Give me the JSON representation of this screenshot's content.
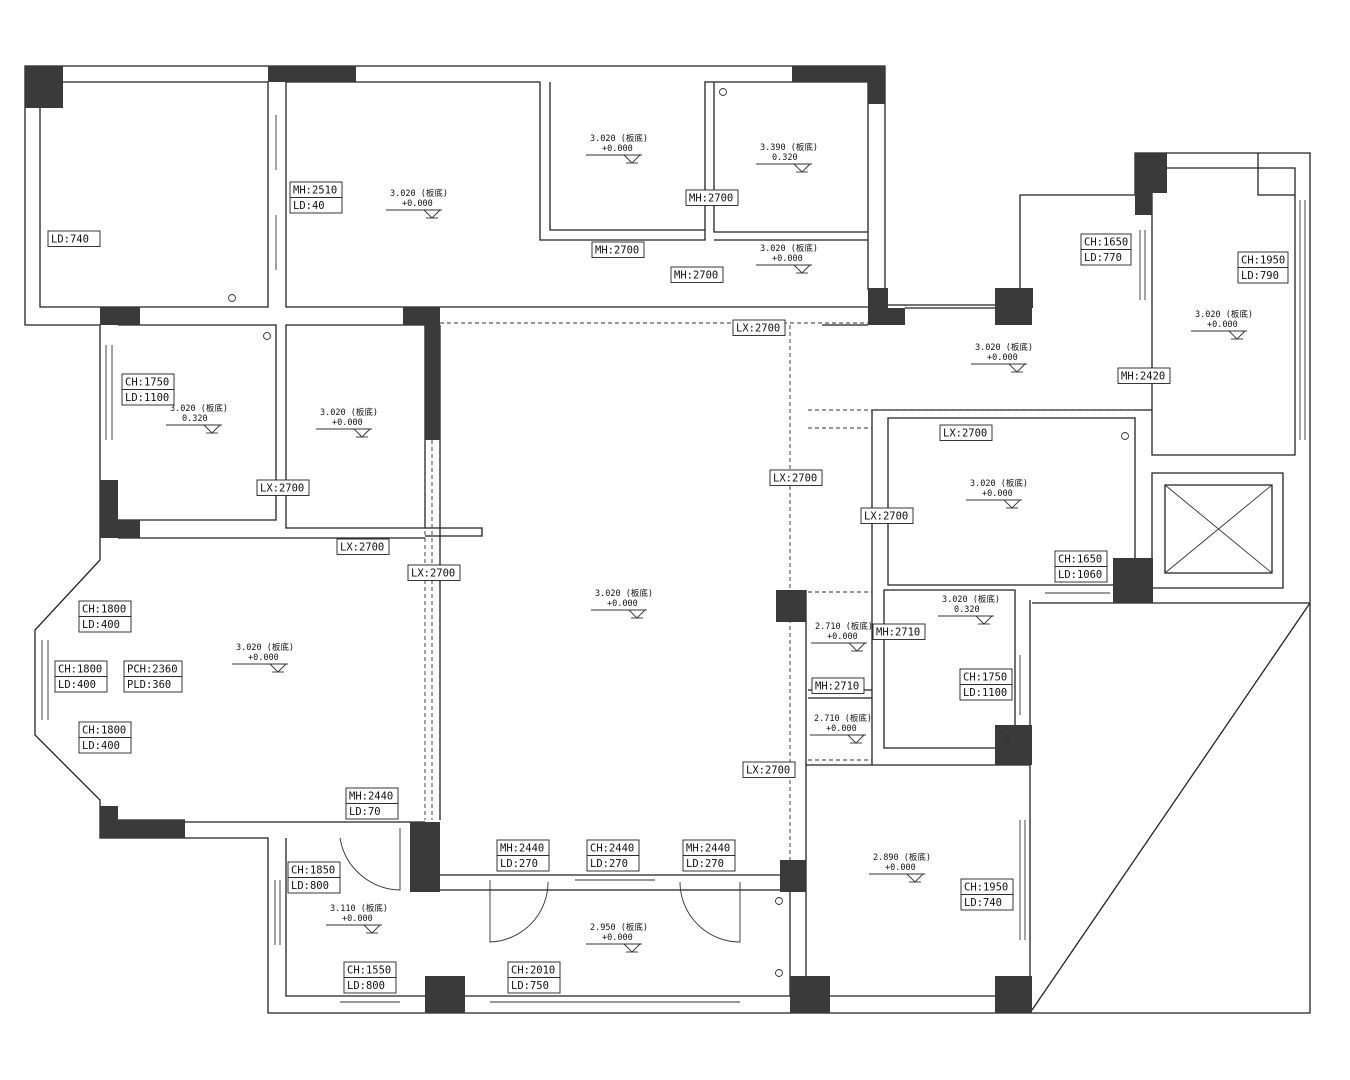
{
  "colors": {
    "wall": "#222222",
    "column": "#3a3a3a",
    "background": "#ffffff"
  },
  "tags": [
    {
      "id": "t1",
      "lines": [
        "LD:740"
      ]
    },
    {
      "id": "t2",
      "lines": [
        "MH:2510",
        "LD:40"
      ]
    },
    {
      "id": "t3",
      "lines": [
        "MH:2700"
      ]
    },
    {
      "id": "t4",
      "lines": [
        "MH:2700"
      ]
    },
    {
      "id": "t5",
      "lines": [
        "MH:2700"
      ]
    },
    {
      "id": "t6",
      "lines": [
        "LX:2700"
      ]
    },
    {
      "id": "t7",
      "lines": [
        "CH:1650",
        "LD:770"
      ]
    },
    {
      "id": "t8",
      "lines": [
        "CH:1950",
        "LD:790"
      ]
    },
    {
      "id": "t9",
      "lines": [
        "MH:2420"
      ]
    },
    {
      "id": "t10",
      "lines": [
        "CH:1750",
        "LD:1100"
      ]
    },
    {
      "id": "t11",
      "lines": [
        "LX:2700"
      ]
    },
    {
      "id": "t12",
      "lines": [
        "LX:2700"
      ]
    },
    {
      "id": "t13",
      "lines": [
        "LX:2700"
      ]
    },
    {
      "id": "t14",
      "lines": [
        "LX:2700"
      ]
    },
    {
      "id": "t15",
      "lines": [
        "LX:2700"
      ]
    },
    {
      "id": "t16",
      "lines": [
        "LX:2700"
      ]
    },
    {
      "id": "t17",
      "lines": [
        "CH:1650",
        "LD:1060"
      ]
    },
    {
      "id": "t18",
      "lines": [
        "CH:1800",
        "LD:400"
      ]
    },
    {
      "id": "t19",
      "lines": [
        "CH:1800",
        "LD:400"
      ]
    },
    {
      "id": "t20",
      "lines": [
        "PCH:2360",
        "PLD:360"
      ]
    },
    {
      "id": "t21",
      "lines": [
        "CH:1800",
        "LD:400"
      ]
    },
    {
      "id": "t22",
      "lines": [
        "MH:2710"
      ]
    },
    {
      "id": "t23",
      "lines": [
        "MH:2710"
      ]
    },
    {
      "id": "t24",
      "lines": [
        "CH:1750",
        "LD:1100"
      ]
    },
    {
      "id": "t25",
      "lines": [
        "LX:2700"
      ]
    },
    {
      "id": "t26",
      "lines": [
        "MH:2440",
        "LD:70"
      ]
    },
    {
      "id": "t27",
      "lines": [
        "CH:1850",
        "LD:800"
      ]
    },
    {
      "id": "t28",
      "lines": [
        "MH:2440",
        "LD:270"
      ]
    },
    {
      "id": "t29",
      "lines": [
        "CH:2440",
        "LD:270"
      ]
    },
    {
      "id": "t30",
      "lines": [
        "MH:2440",
        "LD:270"
      ]
    },
    {
      "id": "t31",
      "lines": [
        "CH:1950",
        "LD:740"
      ]
    },
    {
      "id": "t32",
      "lines": [
        "CH:1550",
        "LD:800"
      ]
    },
    {
      "id": "t33",
      "lines": [
        "CH:2010",
        "LD:750"
      ]
    }
  ],
  "elevations": [
    {
      "id": "e1",
      "height": "3.020 (板底)",
      "offset": "+0.000"
    },
    {
      "id": "e2",
      "height": "3.020 (板底)",
      "offset": "+0.000"
    },
    {
      "id": "e3",
      "height": "3.390 (板底)",
      "offset": "0.320"
    },
    {
      "id": "e4",
      "height": "3.020 (板底)",
      "offset": "+0.000"
    },
    {
      "id": "e5",
      "height": "3.020 (板底)",
      "offset": "+0.000"
    },
    {
      "id": "e6",
      "height": "3.020 (板底)",
      "offset": "+0.000"
    },
    {
      "id": "e7",
      "height": "3.020 (板底)",
      "offset": "0.320"
    },
    {
      "id": "e8",
      "height": "3.020 (板底)",
      "offset": "+0.000"
    },
    {
      "id": "e9",
      "height": "3.020 (板底)",
      "offset": "+0.000"
    },
    {
      "id": "e10",
      "height": "3.020 (板底)",
      "offset": "+0.000"
    },
    {
      "id": "e11",
      "height": "3.020 (板底)",
      "offset": "0.320"
    },
    {
      "id": "e12",
      "height": "2.710 (板底)",
      "offset": "+0.000"
    },
    {
      "id": "e13",
      "height": "3.020 (板底)",
      "offset": "+0.000"
    },
    {
      "id": "e14",
      "height": "2.710 (板底)",
      "offset": "+0.000"
    },
    {
      "id": "e15",
      "height": "2.890 (板底)",
      "offset": "+0.000"
    },
    {
      "id": "e16",
      "height": "3.110 (板底)",
      "offset": "+0.000"
    },
    {
      "id": "e17",
      "height": "2.950 (板底)",
      "offset": "+0.000"
    }
  ]
}
